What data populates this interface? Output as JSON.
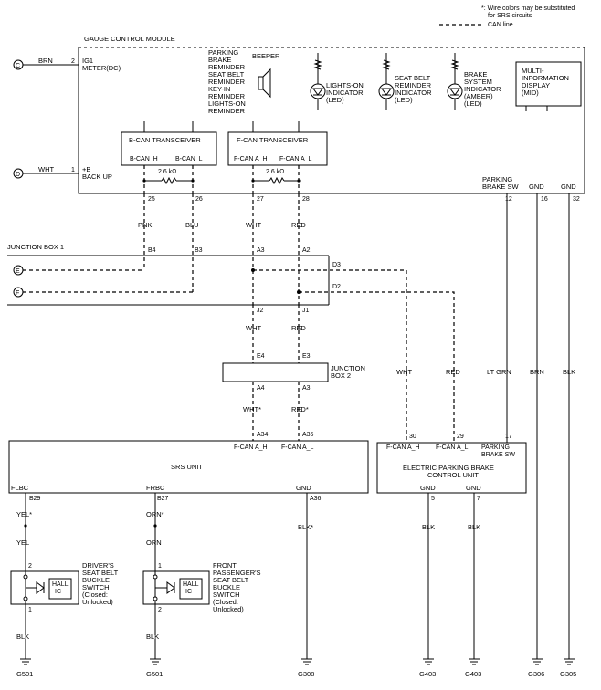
{
  "legend": {
    "note_line1": "*: Wire colors may be substituted",
    "note_line2": "for SRS circuits",
    "can_line": "CAN line"
  },
  "gauge_module": {
    "title": "GAUGE CONTROL MODULE",
    "ig1_pin": "2",
    "ig1_label1": "IG1",
    "ig1_label2": "METER(DC)",
    "b_pin": "1",
    "b_label1": "+B",
    "b_label2": "BACK UP",
    "reminder_lines": [
      "PARKING",
      "BRAKE",
      "REMINDER",
      "SEAT BELT",
      "REMINDER",
      "KEY-IN",
      "REMINDER",
      "LIGHTS-ON",
      "REMINDER"
    ],
    "beeper": "BEEPER",
    "lights_on": [
      "LIGHTS-ON",
      "INDICATOR",
      "(LED)"
    ],
    "seat_belt": [
      "SEAT BELT",
      "REMINDER",
      "INDICATOR",
      "(LED)"
    ],
    "brake_system": [
      "BRAKE",
      "SYSTEM",
      "INDICATOR",
      "(AMBER)",
      "(LED)"
    ],
    "mid": [
      "MULTI-",
      "INFORMATION",
      "DISPLAY",
      "(MID)"
    ],
    "bcan": {
      "title": "B-CAN TRANSCEIVER",
      "h": "B-CAN_H",
      "l": "B-CAN_L",
      "res": "2.6 kΩ"
    },
    "fcan": {
      "title": "F-CAN TRANSCEIVER",
      "h": "F-CAN A_H",
      "l": "F-CAN A_L",
      "res": "2.6 kΩ"
    },
    "pbsw": [
      "PARKING",
      "BRAKE SW"
    ],
    "gnd1": "GND",
    "gnd2": "GND",
    "pins": {
      "p25": "25",
      "p26": "26",
      "p27": "27",
      "p28": "28",
      "p12": "12",
      "p16": "16",
      "p32": "32"
    }
  },
  "connectors": {
    "c": "C",
    "d": "D",
    "e": "E",
    "f": "F"
  },
  "wires": {
    "brn_in": "BRN",
    "wht_in": "WHT",
    "pnk": "PNK",
    "blu": "BLU",
    "wht1": "WHT",
    "red1": "RED",
    "wht2": "WHT",
    "red2": "RED",
    "wht3": "WHT*",
    "red3": "RED*",
    "wht_epb": "WHT",
    "red_epb": "RED",
    "ltgrn": "LT GRN",
    "brn_g": "BRN",
    "blk_g": "BLK",
    "yel1": "YEL*",
    "yel2": "YEL",
    "orn1": "ORN*",
    "orn2": "ORN",
    "blk_srs": "BLK*",
    "blk_d": "BLK",
    "blk_p": "BLK",
    "blk_e1": "BLK",
    "blk_e2": "BLK"
  },
  "junction1": {
    "title": "JUNCTION BOX 1",
    "b4": "B4",
    "b3": "B3",
    "a3": "A3",
    "a2": "A2",
    "d3": "D3",
    "d2": "D2",
    "j2": "J2",
    "j1": "J1"
  },
  "junction2": {
    "title1": "JUNCTION",
    "title2": "BOX 2",
    "e4": "E4",
    "e3": "E3",
    "a4": "A4",
    "a3": "A3"
  },
  "srs": {
    "title": "SRS UNIT",
    "a34": "A34",
    "a35": "A35",
    "fcan_h": "F-CAN A_H",
    "fcan_l": "F-CAN A_L",
    "flbc": "FLBC",
    "frbc": "FRBC",
    "gnd": "GND",
    "b29": "B29",
    "b27": "B27",
    "a36": "A36"
  },
  "epb": {
    "title1": "ELECTRIC PARKING BRAKE",
    "title2": "CONTROL UNIT",
    "p30": "30",
    "p29": "29",
    "p17": "17",
    "fcan_h": "F-CAN A_H",
    "fcan_l": "F-CAN A_L",
    "pbsw": [
      "PARKING",
      "BRAKE SW"
    ],
    "gnd1": "GND",
    "gnd2": "GND",
    "p5": "5",
    "p7": "7"
  },
  "driver_switch": {
    "lines": [
      "DRIVER'S",
      "SEAT BELT",
      "BUCKLE",
      "SWITCH",
      "(Closed:",
      "Unlocked)"
    ],
    "hall1": "HALL",
    "hall2": "IC",
    "pin2": "2",
    "pin1": "1"
  },
  "pass_switch": {
    "lines": [
      "FRONT",
      "PASSENGER'S",
      "SEAT BELT",
      "BUCKLE",
      "SWITCH",
      "(Closed:",
      "Unlocked)"
    ],
    "hall1": "HALL",
    "hall2": "IC",
    "pin1": "1",
    "pin2": "2"
  },
  "grounds": {
    "g501a": "G501",
    "g501b": "G501",
    "g308": "G308",
    "g403a": "G403",
    "g403b": "G403",
    "g306": "G306",
    "g305": "G305"
  }
}
